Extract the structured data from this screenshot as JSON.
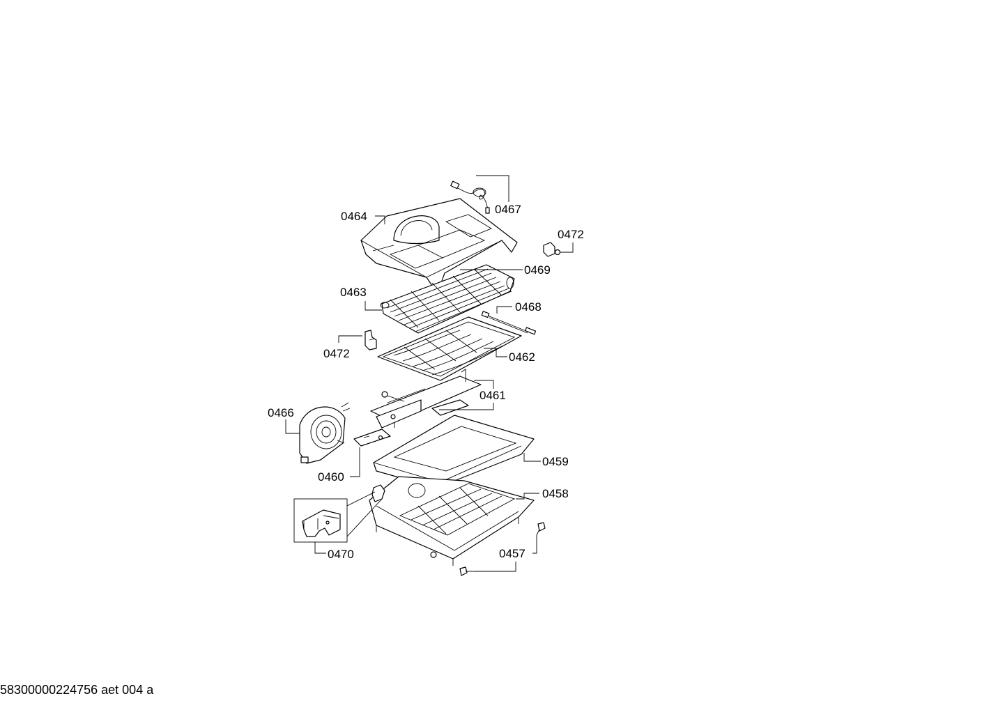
{
  "labels": {
    "p0467": "0467",
    "p0464": "0464",
    "p0472a": "0472",
    "p0469": "0469",
    "p0463": "0463",
    "p0468": "0468",
    "p0472b": "0472",
    "p0462": "0462",
    "p0461": "0461",
    "p0466": "0466",
    "p0459": "0459",
    "p0460": "0460",
    "p0458": "0458",
    "p0470": "0470",
    "p0457": "0457"
  },
  "footer": "58300000224756 aet 004 a"
}
